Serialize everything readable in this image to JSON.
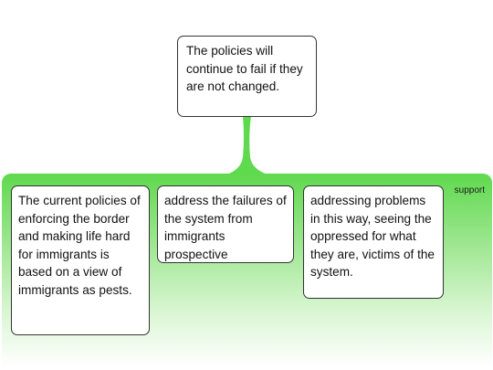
{
  "claim": {
    "text": "The policies will continue to fail if they are not changed."
  },
  "support_panel": {
    "label": "support",
    "color": "#5fd94e"
  },
  "supports": [
    {
      "text": "The current policies of enforcing the border and making life hard for immigrants is based on a view of immigrants as pests."
    },
    {
      "text": "address the failures of the system from immigrants prospective"
    },
    {
      "text": "addressing problems in this way, seeing the oppressed for what they are, victims of the system."
    }
  ]
}
